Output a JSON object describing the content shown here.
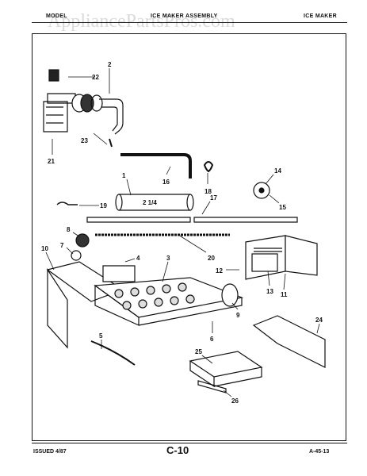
{
  "header": {
    "left": "MODEL",
    "middle": "ICE MAKER ASSEMBLY",
    "right": "ICE MAKER"
  },
  "watermark": "AppliancePartsPros.com",
  "footer": {
    "left": "ISSUED 4/87",
    "middle": "C-10",
    "right": "A-45-13"
  },
  "callouts": {
    "n1": "1",
    "n2": "2",
    "n3": "3",
    "n4": "4",
    "n5": "5",
    "n6": "6",
    "n7": "7",
    "n8": "8",
    "n9": "9",
    "n10": "10",
    "n11": "11",
    "n12": "12",
    "n13": "13",
    "n14": "14",
    "n15": "15",
    "n16": "16",
    "n17": "17",
    "n18": "18",
    "n19": "19",
    "n20": "20",
    "n21": "21",
    "n22": "22",
    "n23": "23",
    "n24": "24",
    "n25": "25",
    "n26": "26",
    "frac": "2 1/4"
  }
}
